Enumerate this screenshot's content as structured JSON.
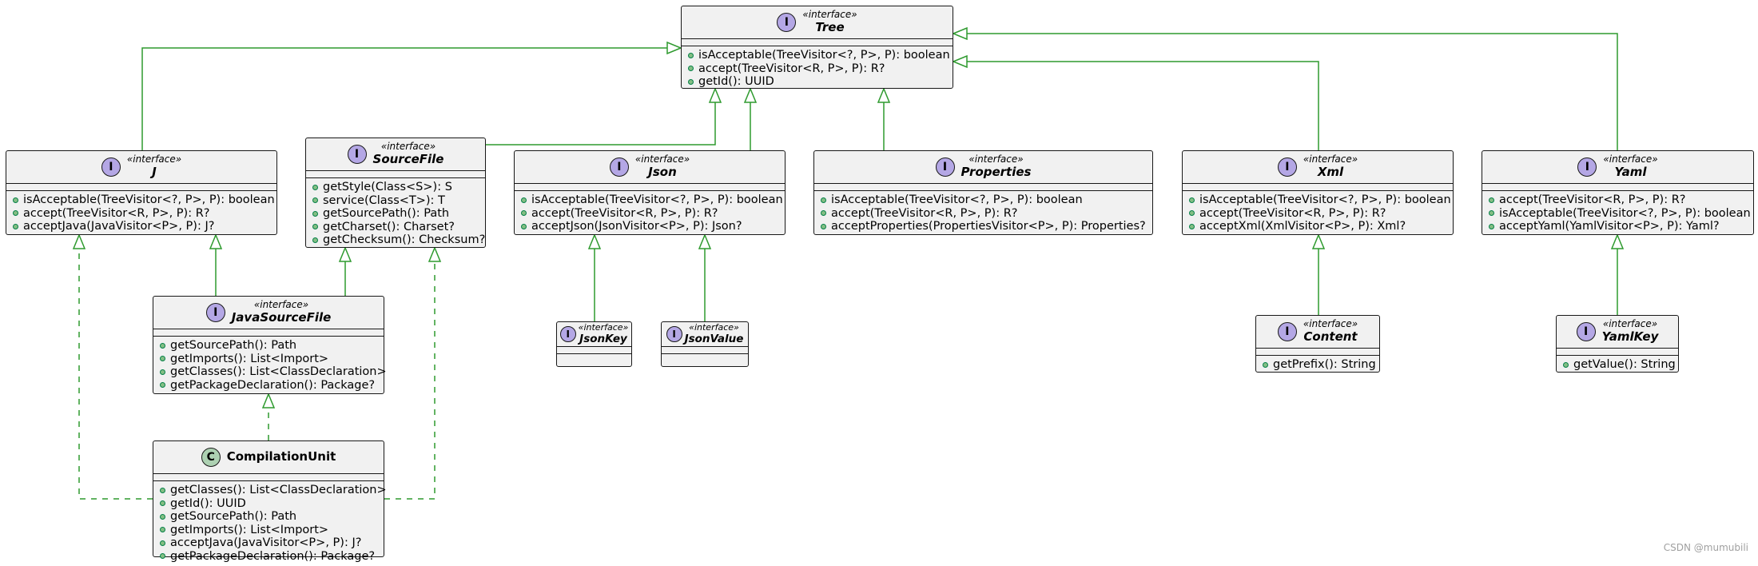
{
  "stereotype": "«interface»",
  "nodes": {
    "tree": {
      "kind": "interface",
      "spot": "I",
      "name": "Tree",
      "methods": [
        "isAcceptable(TreeVisitor<?, P>, P): boolean",
        "accept(TreeVisitor<R, P>, P): R?",
        "getId(): UUID"
      ]
    },
    "j": {
      "kind": "interface",
      "spot": "I",
      "name": "J",
      "methods": [
        "isAcceptable(TreeVisitor<?, P>, P): boolean",
        "accept(TreeVisitor<R, P>, P): R?",
        "acceptJava(JavaVisitor<P>, P): J?"
      ]
    },
    "sourcefile": {
      "kind": "interface",
      "spot": "I",
      "name": "SourceFile",
      "methods": [
        "getStyle(Class<S>): S",
        "service(Class<T>): T",
        "getSourcePath(): Path",
        "getCharset(): Charset?",
        "getChecksum(): Checksum?"
      ]
    },
    "json": {
      "kind": "interface",
      "spot": "I",
      "name": "Json",
      "methods": [
        "isAcceptable(TreeVisitor<?, P>, P): boolean",
        "accept(TreeVisitor<R, P>, P): R?",
        "acceptJson(JsonVisitor<P>, P): Json?"
      ]
    },
    "properties": {
      "kind": "interface",
      "spot": "I",
      "name": "Properties",
      "methods": [
        "isAcceptable(TreeVisitor<?, P>, P): boolean",
        "accept(TreeVisitor<R, P>, P): R?",
        "acceptProperties(PropertiesVisitor<P>, P): Properties?"
      ]
    },
    "xml": {
      "kind": "interface",
      "spot": "I",
      "name": "Xml",
      "methods": [
        "isAcceptable(TreeVisitor<?, P>, P): boolean",
        "accept(TreeVisitor<R, P>, P): R?",
        "acceptXml(XmlVisitor<P>, P): Xml?"
      ]
    },
    "yaml": {
      "kind": "interface",
      "spot": "I",
      "name": "Yaml",
      "methods": [
        "accept(TreeVisitor<R, P>, P): R?",
        "isAcceptable(TreeVisitor<?, P>, P): boolean",
        "acceptYaml(YamlVisitor<P>, P): Yaml?"
      ]
    },
    "javasourcefile": {
      "kind": "interface",
      "spot": "I",
      "name": "JavaSourceFile",
      "methods": [
        "getSourcePath(): Path",
        "getImports(): List<Import>",
        "getClasses(): List<ClassDeclaration>",
        "getPackageDeclaration(): Package?"
      ]
    },
    "jsonkey": {
      "kind": "interface",
      "spot": "I",
      "name": "JsonKey",
      "methods": []
    },
    "jsonvalue": {
      "kind": "interface",
      "spot": "I",
      "name": "JsonValue",
      "methods": []
    },
    "content": {
      "kind": "interface",
      "spot": "I",
      "name": "Content",
      "methods": [
        "getPrefix(): String"
      ]
    },
    "yamlkey": {
      "kind": "interface",
      "spot": "I",
      "name": "YamlKey",
      "methods": [
        "getValue(): String"
      ]
    },
    "compilationunit": {
      "kind": "class",
      "spot": "C",
      "name": "CompilationUnit",
      "methods": [
        "getClasses(): List<ClassDeclaration>",
        "getId(): UUID",
        "getSourcePath(): Path",
        "getImports(): List<Import>",
        "acceptJava(JavaVisitor<P>, P): J?",
        "getPackageDeclaration(): Package?"
      ]
    }
  },
  "relations": [
    {
      "from": "j",
      "to": "tree",
      "type": "extends"
    },
    {
      "from": "sourcefile",
      "to": "tree",
      "type": "extends"
    },
    {
      "from": "json",
      "to": "tree",
      "type": "extends"
    },
    {
      "from": "properties",
      "to": "tree",
      "type": "extends"
    },
    {
      "from": "xml",
      "to": "tree",
      "type": "extends"
    },
    {
      "from": "yaml",
      "to": "tree",
      "type": "extends"
    },
    {
      "from": "javasourcefile",
      "to": "j",
      "type": "extends"
    },
    {
      "from": "javasourcefile",
      "to": "sourcefile",
      "type": "extends"
    },
    {
      "from": "jsonkey",
      "to": "json",
      "type": "extends"
    },
    {
      "from": "jsonvalue",
      "to": "json",
      "type": "extends"
    },
    {
      "from": "content",
      "to": "xml",
      "type": "extends"
    },
    {
      "from": "yamlkey",
      "to": "yaml",
      "type": "extends"
    },
    {
      "from": "compilationunit",
      "to": "javasourcefile",
      "type": "implements"
    },
    {
      "from": "compilationunit",
      "to": "j",
      "type": "implements"
    },
    {
      "from": "compilationunit",
      "to": "sourcefile",
      "type": "implements"
    }
  ],
  "colors": {
    "edge": "#2e9a2e",
    "node_bg": "#f1f1f1",
    "interface_spot": "#b4a7e5",
    "class_spot": "#add1b2"
  },
  "watermark": "CSDN @mumubili"
}
